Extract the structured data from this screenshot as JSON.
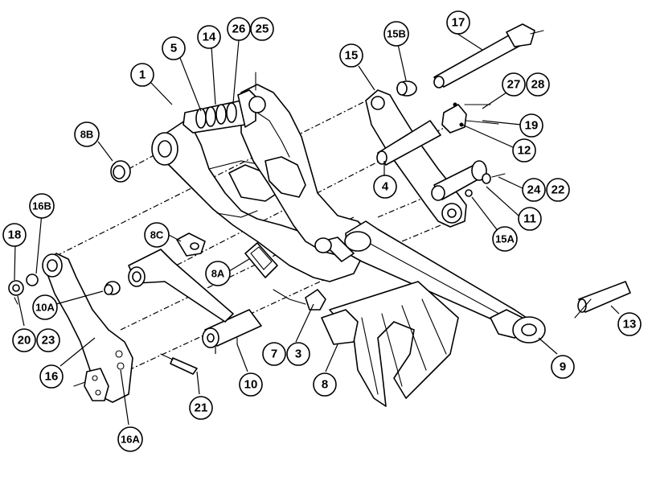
{
  "diagram": {
    "line_color": "#000000",
    "background": "#ffffff",
    "callouts": [
      {
        "id": "c-1",
        "label": "1"
      },
      {
        "id": "c-5",
        "label": "5"
      },
      {
        "id": "c-14",
        "label": "14"
      },
      {
        "id": "c-26",
        "label": "26"
      },
      {
        "id": "c-25",
        "label": "25"
      },
      {
        "id": "c-8B",
        "label": "8B"
      },
      {
        "id": "c-15",
        "label": "15"
      },
      {
        "id": "c-15B",
        "label": "15B"
      },
      {
        "id": "c-17",
        "label": "17"
      },
      {
        "id": "c-27",
        "label": "27"
      },
      {
        "id": "c-28",
        "label": "28"
      },
      {
        "id": "c-19",
        "label": "19"
      },
      {
        "id": "c-12",
        "label": "12"
      },
      {
        "id": "c-4",
        "label": "4"
      },
      {
        "id": "c-24",
        "label": "24"
      },
      {
        "id": "c-22",
        "label": "22"
      },
      {
        "id": "c-11",
        "label": "11"
      },
      {
        "id": "c-15A",
        "label": "15A"
      },
      {
        "id": "c-16B",
        "label": "16B"
      },
      {
        "id": "c-18",
        "label": "18"
      },
      {
        "id": "c-8C",
        "label": "8C"
      },
      {
        "id": "c-8A",
        "label": "8A"
      },
      {
        "id": "c-10A",
        "label": "10A"
      },
      {
        "id": "c-20",
        "label": "20"
      },
      {
        "id": "c-23",
        "label": "23"
      },
      {
        "id": "c-16",
        "label": "16"
      },
      {
        "id": "c-7",
        "label": "7"
      },
      {
        "id": "c-3",
        "label": "3"
      },
      {
        "id": "c-10",
        "label": "10"
      },
      {
        "id": "c-8",
        "label": "8"
      },
      {
        "id": "c-9",
        "label": "9"
      },
      {
        "id": "c-13",
        "label": "13"
      },
      {
        "id": "c-21",
        "label": "21"
      },
      {
        "id": "c-16A",
        "label": "16A"
      }
    ]
  }
}
